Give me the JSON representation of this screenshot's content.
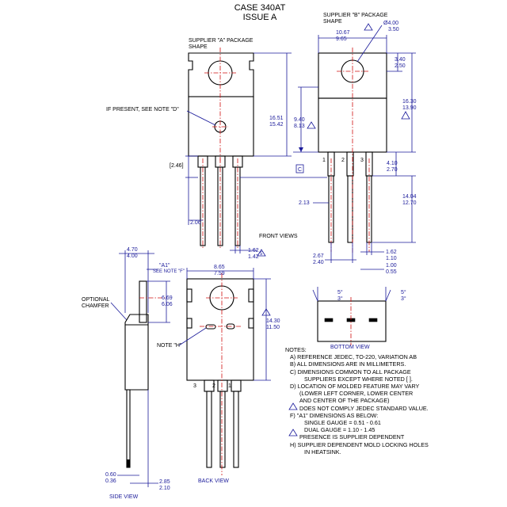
{
  "header": {
    "case": "CASE 340AT",
    "issue": "ISSUE A"
  },
  "labels": {
    "supplier_a_1": "SUPPLIER \"A\" PACKAGE",
    "supplier_a_2": "SHAPE",
    "supplier_b_1": "SUPPLIER \"B\" PACKAGE",
    "supplier_b_2": "SHAPE",
    "if_present": "IF PRESENT, SEE NOTE \"D\"",
    "front_views": "FRONT VIEWS",
    "optional_chamfer_1": "OPTIONAL",
    "optional_chamfer_2": "CHAMFER",
    "a1": "\"A1\"",
    "see_note_f": "SEE NOTE \"F\"",
    "note_h": "NOTE \"H\"",
    "side_view": "SIDE VIEW",
    "back_view": "BACK VIEW",
    "bottom_view": "BOTTOM VIEW",
    "datum_c": "C"
  },
  "pins_front": [
    "1",
    "2",
    "3"
  ],
  "pins_back": [
    "3",
    "2",
    "1"
  ],
  "dims": {
    "hole_1": "Ø4.00",
    "hole_2": "3.50",
    "w_b_1": "10.67",
    "w_b_2": "9.65",
    "tab_1": "3.40",
    "tab_2": "2.50",
    "h_1": "16.30",
    "h_2": "13.90",
    "h_a_1": "16.51",
    "h_a_2": "15.42",
    "hc_1": "9.40",
    "hc_2": "8.13",
    "ref_246": "[2.46]",
    "lead_top_1": "4.10",
    "lead_top_2": "2.70",
    "lead_len_1": "14.04",
    "lead_len_2": "12.70",
    "d213": "2.13",
    "d206": "2.06",
    "d162_1": "1.62",
    "d162_2": "1.42",
    "b162_1": "1.62",
    "b162_2": "1.10",
    "b100_1": "1.00",
    "b100_2": "0.55",
    "pitch_1": "2.67",
    "pitch_2": "2.40",
    "side_t_1": "4.70",
    "side_t_2": "4.00",
    "side_669_1": "6.69",
    "side_669_2": "6.06",
    "side_060_1": "0.60",
    "side_060_2": "0.36",
    "side_285_1": "2.85",
    "side_285_2": "2.10",
    "back_w_1": "8.65",
    "back_w_2": "7.59",
    "back_h_1": "14.30",
    "back_h_2": "11.50",
    "angle_1": "5°",
    "angle_2": "3°",
    "angle_3": "5°",
    "angle_4": "3°",
    "tri_4": "4",
    "tri_5": "5"
  },
  "notes": {
    "head": "NOTES:",
    "a": "A)  REFERENCE JEDEC, TO-220, VARIATION AB",
    "b": "B)  ALL DIMENSIONS ARE IN MILLIMETERS.",
    "c1": "C)  DIMENSIONS COMMON TO ALL PACKAGE",
    "c2": "SUPPLIERS EXCEPT WHERE NOTED [  ].",
    "d1": "D)  LOCATION OF MOLDED FEATURE MAY VARY",
    "d2": "(LOWER LEFT CORNER, LOWER CENTER",
    "d3": "AND CENTER OF THE PACKAGE)",
    "e": "DOES NOT COMPLY JEDEC STANDARD VALUE.",
    "f1": "F)  \"A1\" DIMENSIONS AS BELOW:",
    "f2": "SINGLE GAUGE = 0.51 - 0.61",
    "f3": "DUAL GAUGE      = 1.10 - 1.45",
    "g": "PRESENCE IS SUPPLIER DEPENDENT",
    "h1": "H)  SUPPLIER DEPENDENT MOLD LOCKING HOLES",
    "h2": "IN HEATSINK."
  }
}
